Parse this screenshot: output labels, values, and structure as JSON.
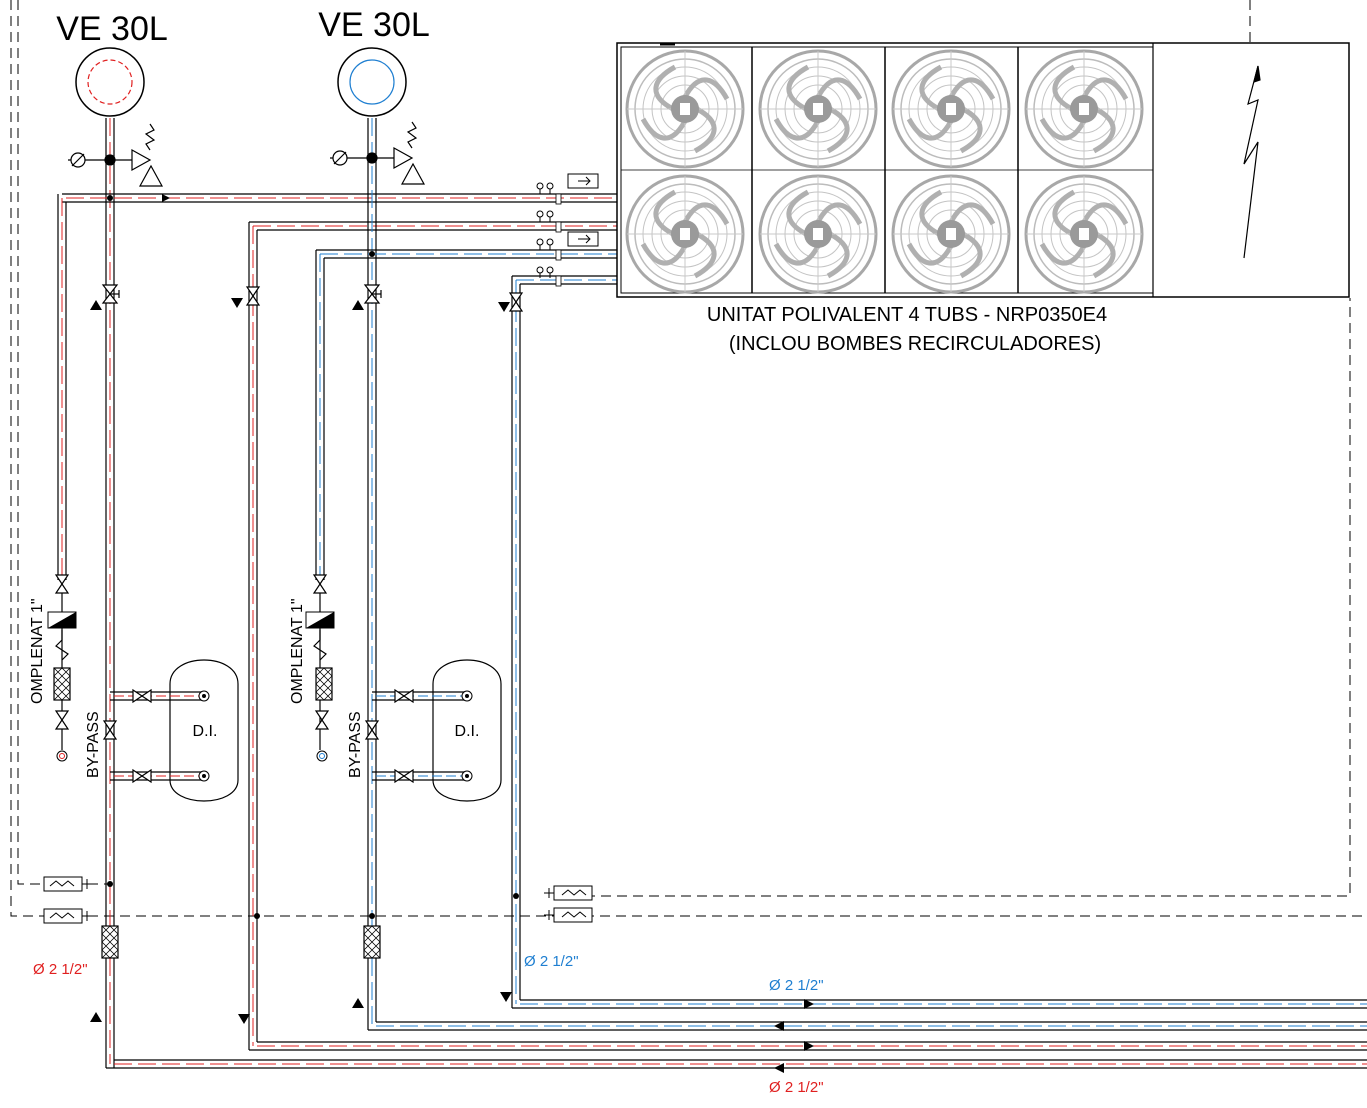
{
  "tanks": [
    {
      "label": "VE 30L",
      "circuit": "hot"
    },
    {
      "label": "VE 30L",
      "circuit": "cold"
    }
  ],
  "unit": {
    "line1": "UNITAT POLIVALENT 4 TUBS - NRP0350E4",
    "line2": "(INCLOU BOMBES RECIRCULADORES)",
    "fan_count": 8
  },
  "labels": {
    "fill_left": "OMPLENAT 1\"",
    "bypass_left": "BY-PASS",
    "fill_right": "OMPLENAT 1\"",
    "bypass_right": "BY-PASS",
    "di_left": "D.I.",
    "di_right": "D.I.",
    "dia_red_left": "Ø 2 1/2\"",
    "dia_blue_left": "Ø 2 1/2\"",
    "dia_blue_bottom": "Ø 2 1/2\"",
    "dia_red_bottom": "Ø 2 1/2\""
  },
  "colors": {
    "hot": "#e02020",
    "cold": "#1f7fd1",
    "line": "#000000",
    "fan": "#a8a8a8"
  }
}
